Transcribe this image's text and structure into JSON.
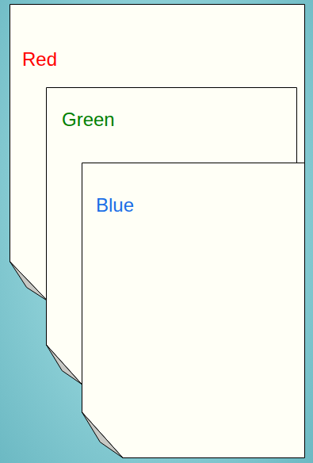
{
  "diagram": {
    "nodes": [
      {
        "text": [
          "Red"
        ]
      },
      {
        "text": [
          "Green"
        ]
      },
      {
        "text": [
          "Blue"
        ]
      }
    ]
  }
}
